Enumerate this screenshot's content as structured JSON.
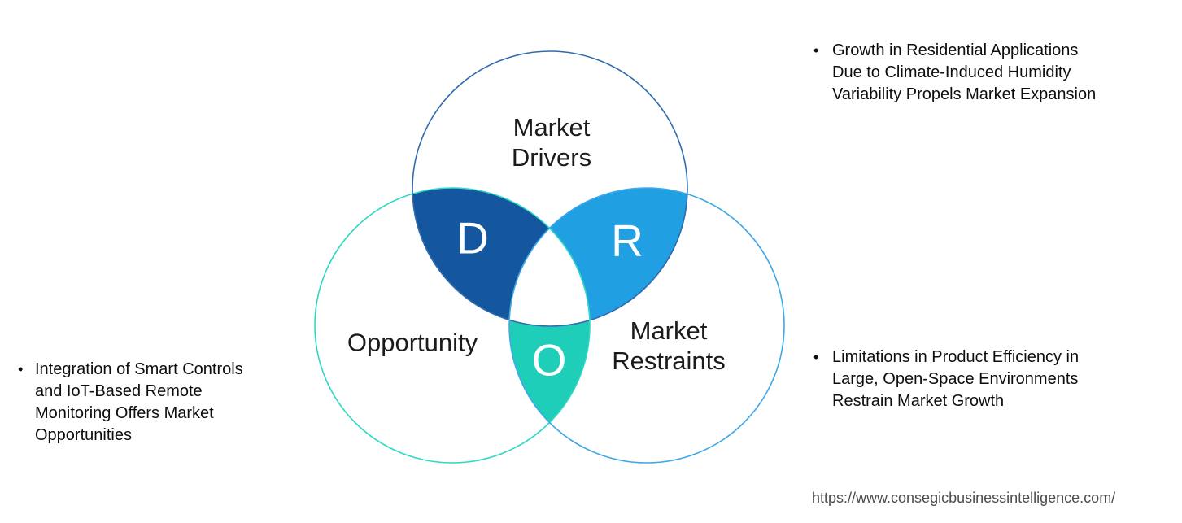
{
  "diagram": {
    "title_hint": "Drivers-Restraints-Opportunity venn diagram",
    "circles": {
      "drivers": {
        "label": "Market\nDrivers",
        "stroke": "#2F6BAE"
      },
      "opportunity": {
        "label": "Opportunity",
        "stroke": "#30D8C4"
      },
      "restraints": {
        "label": "Market\nRestraints",
        "stroke": "#3FA8E8"
      }
    },
    "intersections": {
      "d": {
        "letter": "D",
        "fill": "#15579F"
      },
      "r": {
        "letter": "R",
        "fill": "#219FE3"
      },
      "o": {
        "letter": "O",
        "fill": "#1FCEB8"
      }
    },
    "center_fill": "#ffffff"
  },
  "bullets": {
    "left": {
      "marker": "•",
      "text": "Integration of Smart Controls\nand IoT-Based Remote\nMonitoring Offers Market\nOpportunities"
    },
    "top_right": {
      "marker": "•",
      "text": "Growth in Residential Applications\nDue to Climate-Induced Humidity\nVariability Propels Market Expansion"
    },
    "bottom_right": {
      "marker": "•",
      "text": "Limitations in Product Efficiency in\nLarge, Open-Space Environments\nRestrain Market Growth"
    }
  },
  "footer": {
    "url": "https://www.consegicbusinessintelligence.com/"
  }
}
